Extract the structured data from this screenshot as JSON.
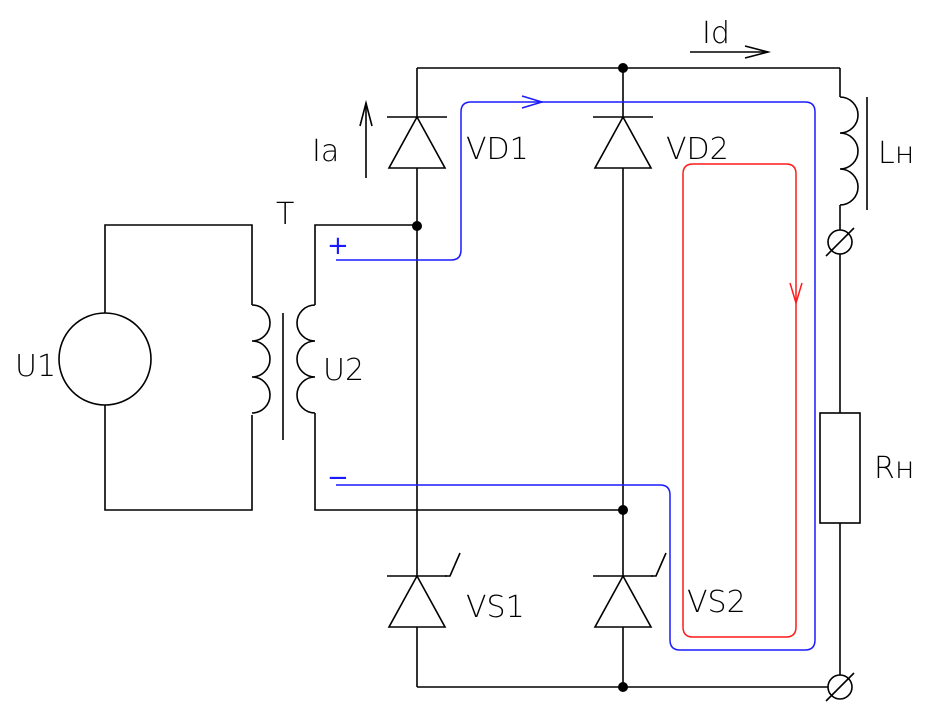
{
  "labels": {
    "source": "U1",
    "transformer": "T",
    "secondary": "U2",
    "diode1": "VD1",
    "diode2": "VD2",
    "thyristor1": "VS1",
    "thyristor2": "VS2",
    "inductor": "Lн",
    "resistor": "Rн",
    "current_d": "Id",
    "current_a": "Ia",
    "plus": "+",
    "minus": "−"
  },
  "colors": {
    "wire": "#000000",
    "path_blue": "#1a1aff",
    "path_red": "#ff1a1a"
  }
}
